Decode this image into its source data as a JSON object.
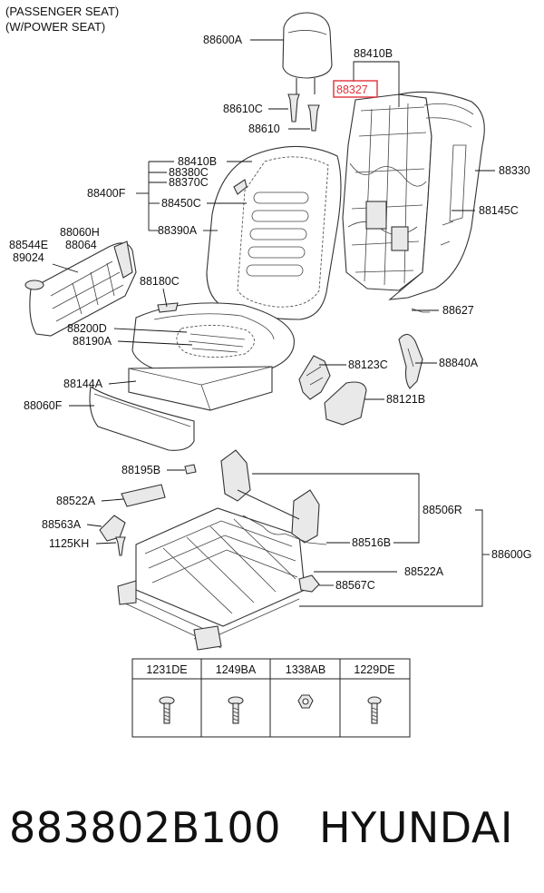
{
  "header": {
    "line1": "(PASSENGER SEAT)",
    "line2": "(W/POWER SEAT)"
  },
  "callouts": {
    "c88600A": "88600A",
    "c88410B_top": "88410B",
    "c88327": "88327",
    "c88610C": "88610C",
    "c88610": "88610",
    "c88330": "88330",
    "c88145C": "88145C",
    "c88410B": "88410B",
    "c88380C": "88380C",
    "c88370C": "88370C",
    "c88400F": "88400F",
    "c88450C": "88450C",
    "c88390A": "88390A",
    "c88060H": "88060H",
    "c88064": "88064",
    "c88544E": "88544E",
    "c89024": "89024",
    "c88180C": "88180C",
    "c88627": "88627",
    "c88200D": "88200D",
    "c88190A": "88190A",
    "c88123C": "88123C",
    "c88840A": "88840A",
    "c88144A": "88144A",
    "c88060F": "88060F",
    "c88121B": "88121B",
    "c88195B": "88195B",
    "c88522A_left": "88522A",
    "c88563A": "88563A",
    "c1125KH": "1125KH",
    "c88506R": "88506R",
    "c88516B": "88516B",
    "c88600G": "88600G",
    "c88522A_right": "88522A",
    "c88567C": "88567C"
  },
  "fastener_table": {
    "headers": [
      "1231DE",
      "1249BA",
      "1338AB",
      "1229DE"
    ],
    "icons": [
      "bolt-icon",
      "bolt-icon",
      "nut-icon",
      "screw-icon"
    ]
  },
  "footer": {
    "part_number": "883802B100",
    "brand": "HYUNDAI"
  },
  "colors": {
    "highlight": "#e0303a",
    "line": "#111111"
  }
}
